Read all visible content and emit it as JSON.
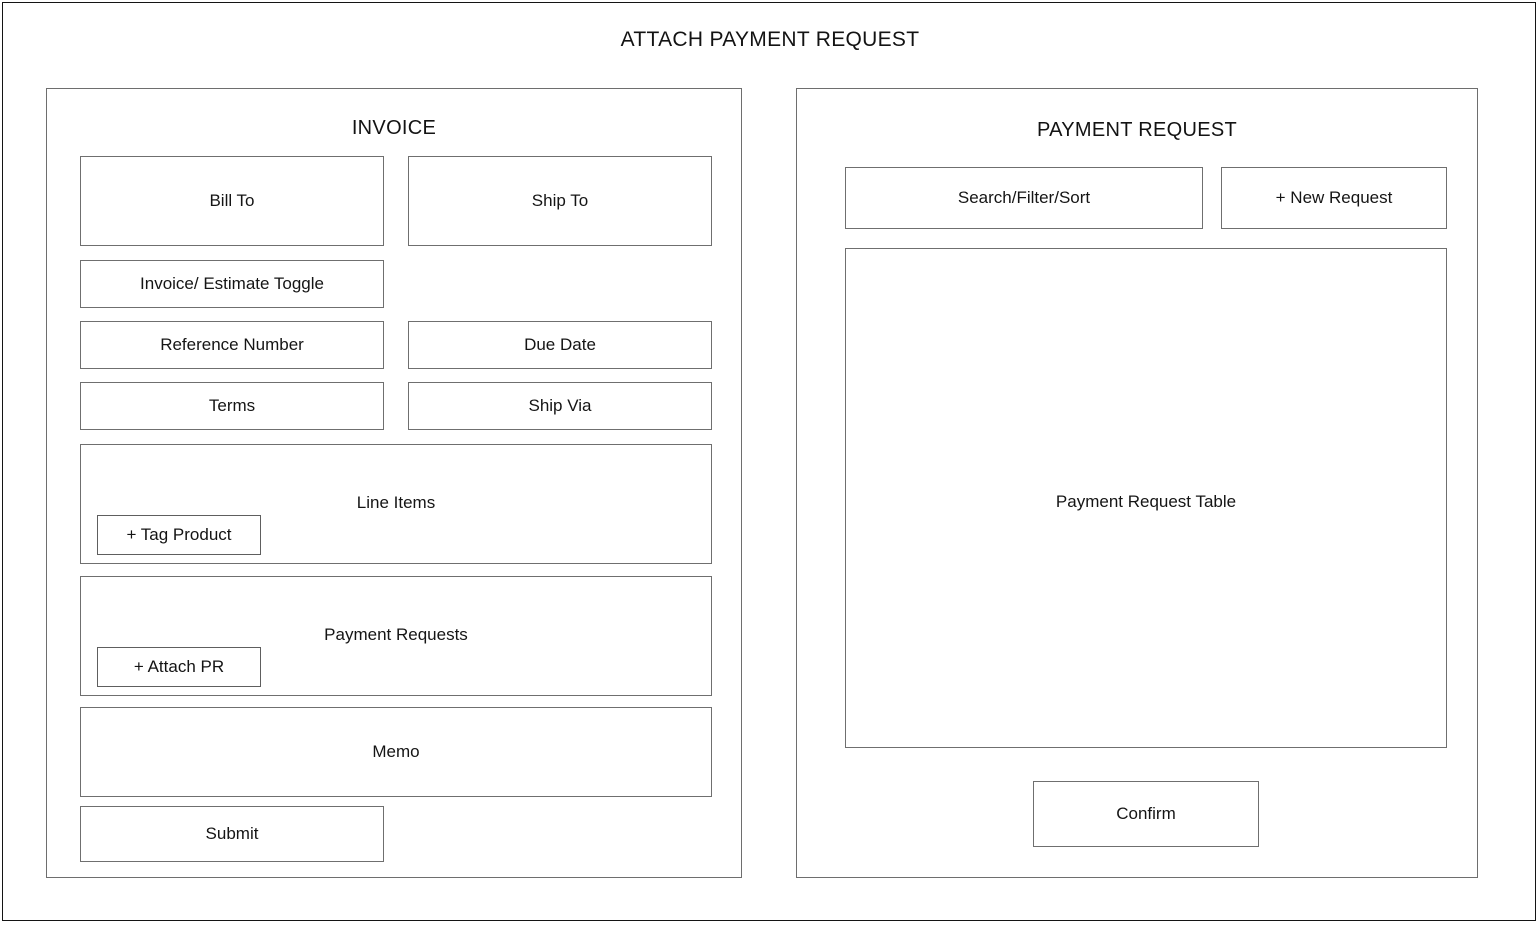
{
  "screen": {
    "title": "ATTACH PAYMENT REQUEST"
  },
  "invoice_panel": {
    "title": "INVOICE",
    "fields": {
      "bill_to": "Bill To",
      "ship_to": "Ship To",
      "invoice_estimate_toggle": "Invoice/ Estimate Toggle",
      "reference_number": "Reference Number",
      "due_date": "Due Date",
      "terms": "Terms",
      "ship_via": "Ship Via",
      "line_items": "Line Items",
      "tag_product_button": "+ Tag Product",
      "payment_requests": "Payment Requests",
      "attach_pr_button": "+ Attach PR",
      "memo": "Memo",
      "submit_button": "Submit"
    }
  },
  "payment_request_panel": {
    "title": "PAYMENT REQUEST",
    "search_filter_sort_button": "Search/Filter/Sort",
    "new_request_button": "+ New Request",
    "table_placeholder": "Payment Request Table",
    "confirm_button": "Confirm"
  },
  "colors": {
    "background": "#ffffff",
    "border": "#6f6f6f",
    "text": "#151515",
    "frame": "#141414"
  }
}
